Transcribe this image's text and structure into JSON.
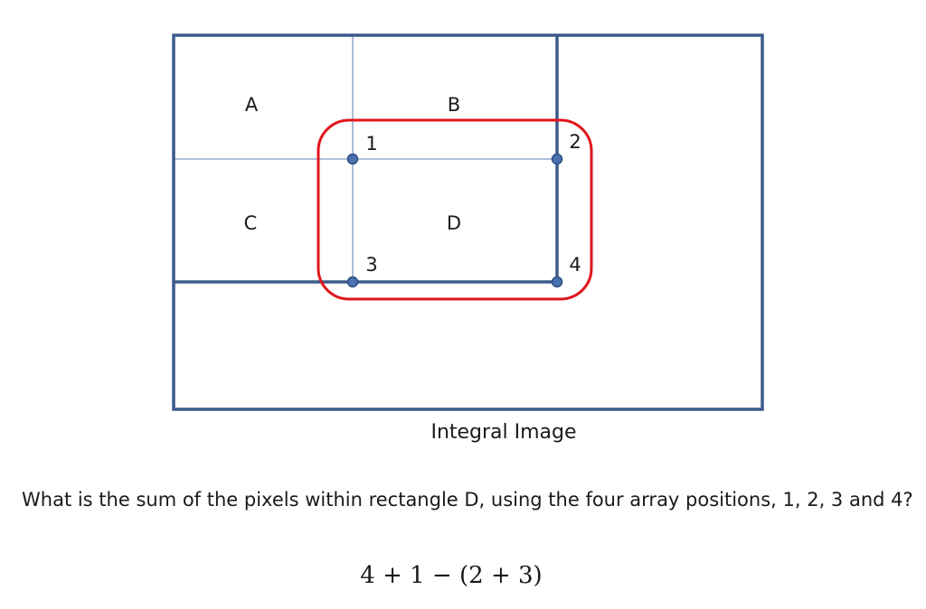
{
  "diagram": {
    "regions": {
      "a": "A",
      "b": "B",
      "c": "C",
      "d": "D"
    },
    "points": {
      "p1": "1",
      "p2": "2",
      "p3": "3",
      "p4": "4"
    },
    "caption": "Integral Image"
  },
  "question": "What is the sum of the pixels within rectangle D, using the four array positions, 1, 2, 3 and 4?",
  "formula": "4 + 1 − (2 + 3)",
  "colors": {
    "frame": "#3c5a8a",
    "thin_line": "#7e9cc4",
    "highlight": "#e0161b",
    "point_fill": "#4a72b0",
    "point_stroke": "#2c4e80"
  }
}
